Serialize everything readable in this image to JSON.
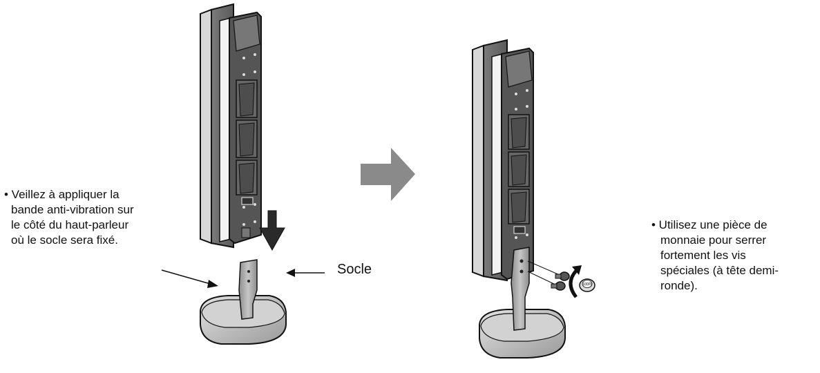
{
  "left_note": {
    "lines": [
      "• Veillez à appliquer la",
      "bande anti-vibration sur",
      "le côté du haut-parleur",
      "où le socle sera fixé."
    ]
  },
  "socle_label": "Socle",
  "right_note": {
    "lines": [
      "• Utilisez une pièce de",
      "monnaie pour serrer",
      "fortement les vis",
      "spéciales (à tête demi-",
      "ronde)."
    ]
  },
  "coin_text": "100円",
  "colors": {
    "speaker_body": "#6e6e6e",
    "speaker_front": "#4a4a4a",
    "edge_light": "#dcdcdc",
    "arrow_gray": "#8a8a8a",
    "stand_gray": "#a9a9a9"
  }
}
